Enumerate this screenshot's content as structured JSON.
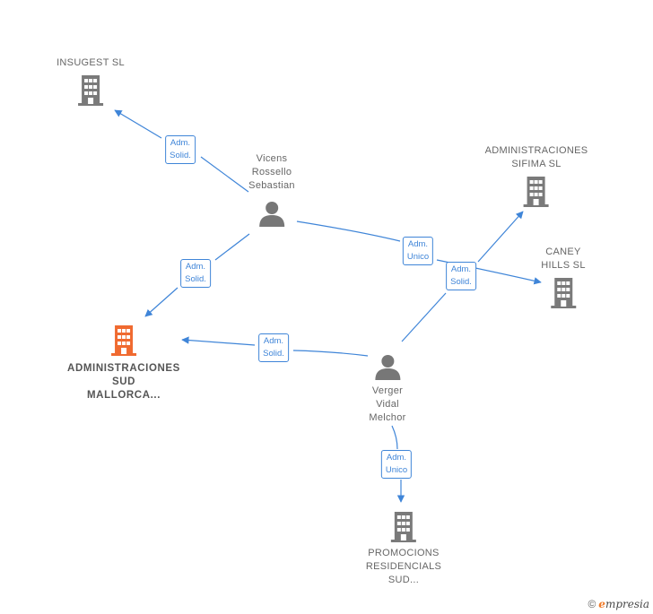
{
  "colors": {
    "edge": "#3f85d8",
    "company": "#7a7a7a",
    "main_company": "#f06a30",
    "person": "#777777"
  },
  "nodes": {
    "insugest": {
      "type": "company",
      "lines": [
        "INSUGEST  SL"
      ]
    },
    "sifima": {
      "type": "company",
      "lines": [
        "ADMINISTRACIONES",
        "SIFIMA SL"
      ]
    },
    "caney": {
      "type": "company",
      "lines": [
        "CANEY",
        "HILLS SL"
      ]
    },
    "sud_mallorca": {
      "type": "company-main",
      "lines": [
        "ADMINISTRACIONES",
        "SUD",
        "MALLORCA..."
      ]
    },
    "promocions": {
      "type": "company",
      "lines": [
        "PROMOCIONS",
        "RESIDENCIALS",
        "SUD..."
      ]
    },
    "vicens": {
      "type": "person",
      "lines": [
        "Vicens",
        "Rossello",
        "Sebastian"
      ]
    },
    "verger": {
      "type": "person",
      "lines": [
        "Verger",
        "Vidal",
        "Melchor"
      ]
    }
  },
  "edges": [
    {
      "from": "vicens",
      "to": "insugest",
      "label": [
        "Adm.",
        "Solid."
      ]
    },
    {
      "from": "vicens",
      "to": "sud_mallorca",
      "label": [
        "Adm.",
        "Solid."
      ]
    },
    {
      "from": "vicens",
      "to": "caney",
      "label": [
        "Adm.",
        "Unico"
      ]
    },
    {
      "from": "verger",
      "to": "sifima",
      "label": [
        "Adm.",
        "Solid."
      ]
    },
    {
      "from": "verger",
      "to": "sud_mallorca",
      "label": [
        "Adm.",
        "Solid."
      ]
    },
    {
      "from": "verger",
      "to": "promocions",
      "label": [
        "Adm.",
        "Unico"
      ]
    }
  ],
  "brand": {
    "copyright": "©",
    "name_first": "e",
    "name_rest": "mpresia"
  }
}
